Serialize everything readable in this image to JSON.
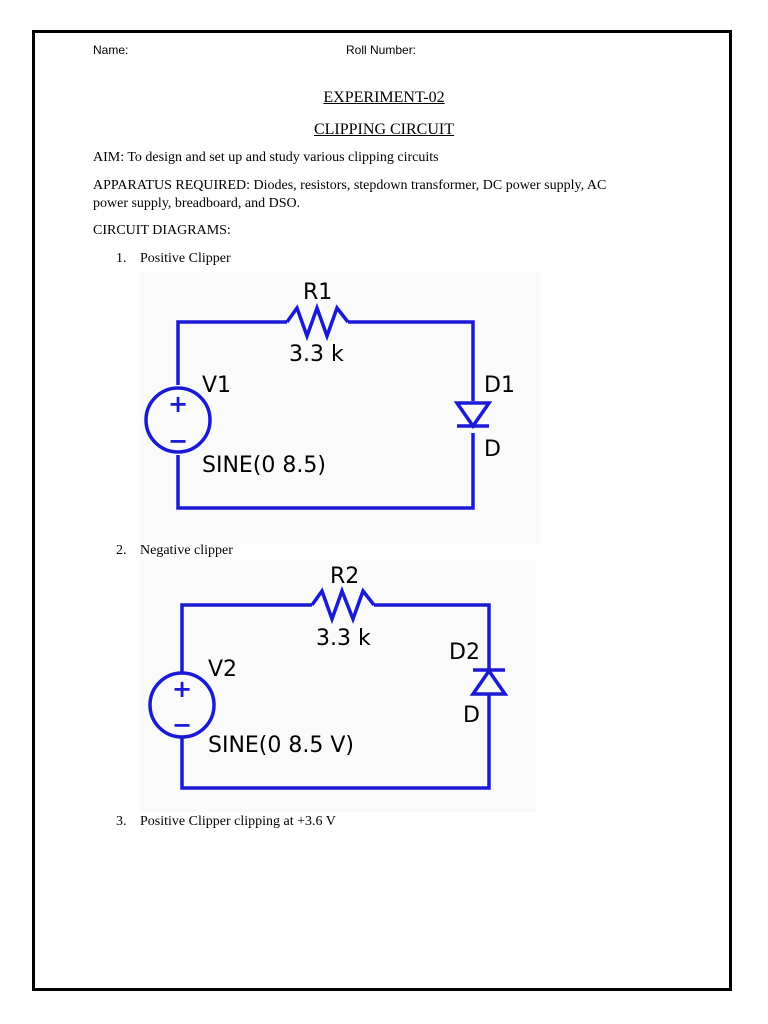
{
  "header": {
    "name_label": "Name:",
    "roll_label": "Roll Number:"
  },
  "experiment_title": "EXPERIMENT-02",
  "subject_title": "CLIPPING CIRCUIT",
  "aim": "AIM: To design and set up and study various clipping circuits",
  "apparatus": {
    "line1": "APPARATUS REQUIRED: Diodes, resistors, stepdown transformer, DC power supply, AC",
    "line2": "power supply, breadboard, and DSO."
  },
  "circuit_diagrams_heading": "CIRCUIT DIAGRAMS:",
  "items": [
    {
      "number": "1.",
      "label": "Positive Clipper"
    },
    {
      "number": "2.",
      "label": "Negative clipper"
    },
    {
      "number": "3.",
      "label": "Positive Clipper clipping at +3.6 V"
    }
  ],
  "circuits": [
    {
      "resistor_name": "R1",
      "resistor_value": "3.3 k",
      "source_name": "V1",
      "source_value": "SINE(0 8.5)",
      "diode_name": "D1",
      "diode_model": "D",
      "source_plus": "+",
      "source_minus": "−"
    },
    {
      "resistor_name": "R2",
      "resistor_value": "3.3 k",
      "source_name": "V2",
      "source_value": "SINE(0 8.5 V)",
      "diode_name": "D2",
      "diode_model": "D",
      "source_plus": "+",
      "source_minus": "−"
    }
  ],
  "colors": {
    "wire": "#1a1ad6",
    "diagram_bg": "#fafafa"
  }
}
